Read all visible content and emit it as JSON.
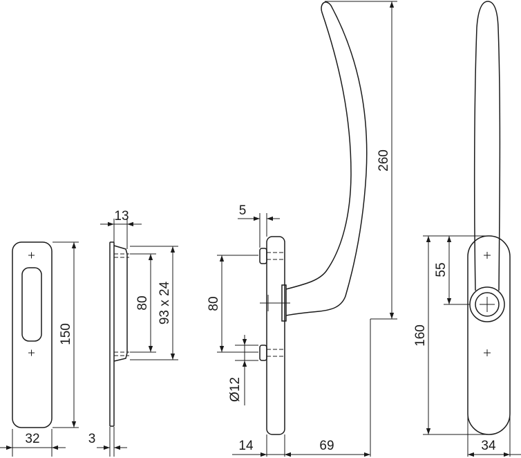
{
  "dimensions": {
    "rosette_width": "32",
    "rosette_height": "150",
    "profile_depth": "13",
    "profile_thickness": "3",
    "spindle_spacing_left": "80",
    "pin_size": "93 x 24",
    "screw_offset": "5",
    "spindle_spacing_side": "80",
    "screw_diameter": "Ø12",
    "base_thickness": "14",
    "handle_projection": "69",
    "handle_height": "260",
    "spindle_offset": "55",
    "rosette_length": "160",
    "rosette_front_width": "34"
  }
}
